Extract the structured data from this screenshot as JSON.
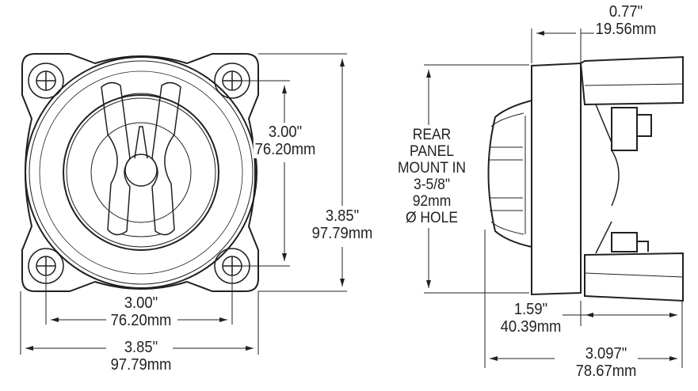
{
  "colors": {
    "line": "#231f20",
    "background": "#ffffff"
  },
  "front_view": {
    "hole_spacing_vertical": {
      "inch": "3.00\"",
      "mm": "76.20mm"
    },
    "overall_height": {
      "inch": "3.85\"",
      "mm": "97.79mm"
    },
    "hole_spacing_horizontal": {
      "inch": "3.00\"",
      "mm": "76.20mm"
    },
    "overall_width": {
      "inch": "3.85\"",
      "mm": "97.79mm"
    }
  },
  "side_view": {
    "flange_depth": {
      "inch": "0.77\"",
      "mm": "19.56mm"
    },
    "mount_note": [
      "REAR",
      "PANEL",
      "MOUNT IN",
      "3-5/8\"",
      "92mm",
      "Ø HOLE"
    ],
    "rear_depth": {
      "inch": "1.59\"",
      "mm": "40.39mm"
    },
    "overall_depth": {
      "inch": "3.097\"",
      "mm": "78.67mm"
    }
  }
}
